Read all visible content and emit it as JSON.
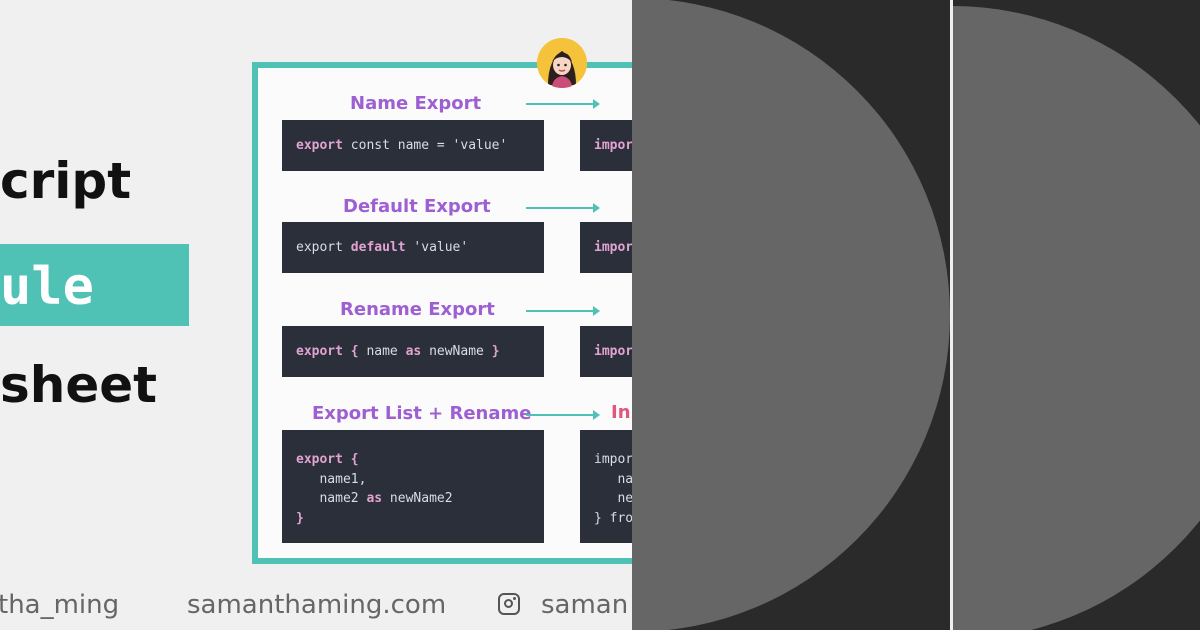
{
  "title": {
    "line1": "cript",
    "line2": "ule",
    "line3": "sheet"
  },
  "sheet": {
    "sections": [
      {
        "label": "Name Export",
        "export_code": [
          [
            {
              "t": "export",
              "c": "kw"
            },
            {
              "t": " const name = 'value'",
              "c": ""
            }
          ]
        ],
        "import_code": [
          [
            {
              "t": "impor",
              "c": "kw"
            }
          ]
        ]
      },
      {
        "label": "Default Export",
        "export_code": [
          [
            {
              "t": "export ",
              "c": ""
            },
            {
              "t": "default",
              "c": "kw"
            },
            {
              "t": " 'value'",
              "c": ""
            }
          ]
        ],
        "import_code": [
          [
            {
              "t": "impor",
              "c": "kw"
            }
          ]
        ]
      },
      {
        "label": "Rename Export",
        "export_code": [
          [
            {
              "t": "export { ",
              "c": "kw"
            },
            {
              "t": "name ",
              "c": ""
            },
            {
              "t": "as",
              "c": "kw"
            },
            {
              "t": " newName ",
              "c": ""
            },
            {
              "t": "}",
              "c": "kw"
            }
          ]
        ],
        "import_code": [
          [
            {
              "t": "impor",
              "c": "kw"
            }
          ]
        ]
      },
      {
        "label": "Export List + Rename",
        "right_label": "In",
        "export_code": [
          [
            {
              "t": "export {",
              "c": "kw"
            }
          ],
          [
            {
              "t": "   name1,",
              "c": ""
            }
          ],
          [
            {
              "t": "   name2 ",
              "c": ""
            },
            {
              "t": "as",
              "c": "kw"
            },
            {
              "t": " newName2",
              "c": ""
            }
          ],
          [
            {
              "t": "}",
              "c": "kw"
            }
          ]
        ],
        "import_code": [
          [
            {
              "t": "impor",
              "c": ""
            }
          ],
          [
            {
              "t": "   na",
              "c": ""
            }
          ],
          [
            {
              "t": "   ne",
              "c": ""
            }
          ],
          [
            {
              "t": "} fro",
              "c": ""
            }
          ]
        ]
      }
    ]
  },
  "footer": {
    "twitter_handle": "tha_ming",
    "website": "samanthaming.com",
    "instagram_handle": "saman"
  },
  "colors": {
    "accent": "#4fc2b5",
    "label_purple": "#9d5fd2",
    "label_pink": "#e2557f",
    "code_bg": "#2b2f3a",
    "placeholder_panel": "#2a2a2a",
    "placeholder_circle": "#666666"
  },
  "icons": {
    "avatar": "woman-avatar-icon",
    "instagram": "instagram-icon"
  }
}
